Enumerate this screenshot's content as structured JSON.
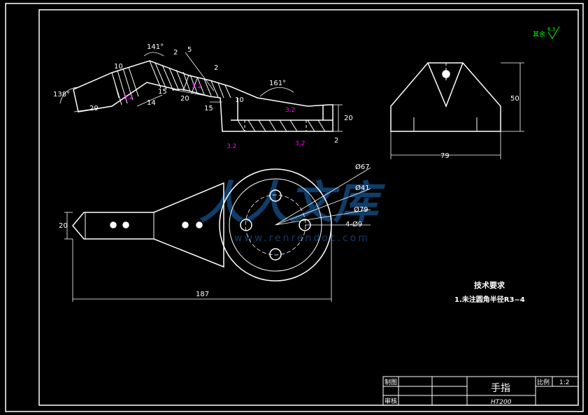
{
  "colors": {
    "background": "#000000",
    "lines": "#ffffff",
    "roughness": "#ff00ff",
    "watermark": "#1e6fbf",
    "symbol": "#00ff00"
  },
  "top_view": {
    "angle_left": "138°",
    "angle_mid": "141°",
    "angle_right": "161°",
    "dim_29": "29",
    "dim_14": "14",
    "dim_15a": "15",
    "dim_20": "20",
    "dim_15b": "15",
    "dim_10a": "10",
    "dim_2a": "2",
    "dim_5": "5",
    "dim_2b": "2",
    "dim_10b": "10",
    "dim_20_right": "20",
    "dim_2_right": "2",
    "rough_1": "3.2",
    "rough_2": "3.2",
    "rough_3": "3.2",
    "rough_4": "3.2",
    "rough_5": "3.2"
  },
  "side_view": {
    "dim_79": "79",
    "dim_50": "50"
  },
  "front_view": {
    "dia_67": "Ø67",
    "dia_41": "Ø41",
    "dia_79": "Ø79",
    "holes": "4-Ø9",
    "dim_20": "20",
    "dim_187": "187"
  },
  "roughness_other": {
    "label": "其余",
    "value": "6.3"
  },
  "tech": {
    "title": "技术要求",
    "item1": "1.未注圆角半径R3~4"
  },
  "title_block": {
    "drawn": "制图",
    "checked": "审核",
    "part_name": "手指",
    "scale_label": "比例",
    "scale_value": "1:2",
    "material": "HT200"
  },
  "watermark": {
    "text": "人人文库",
    "url": "www.renrendoc.com"
  }
}
